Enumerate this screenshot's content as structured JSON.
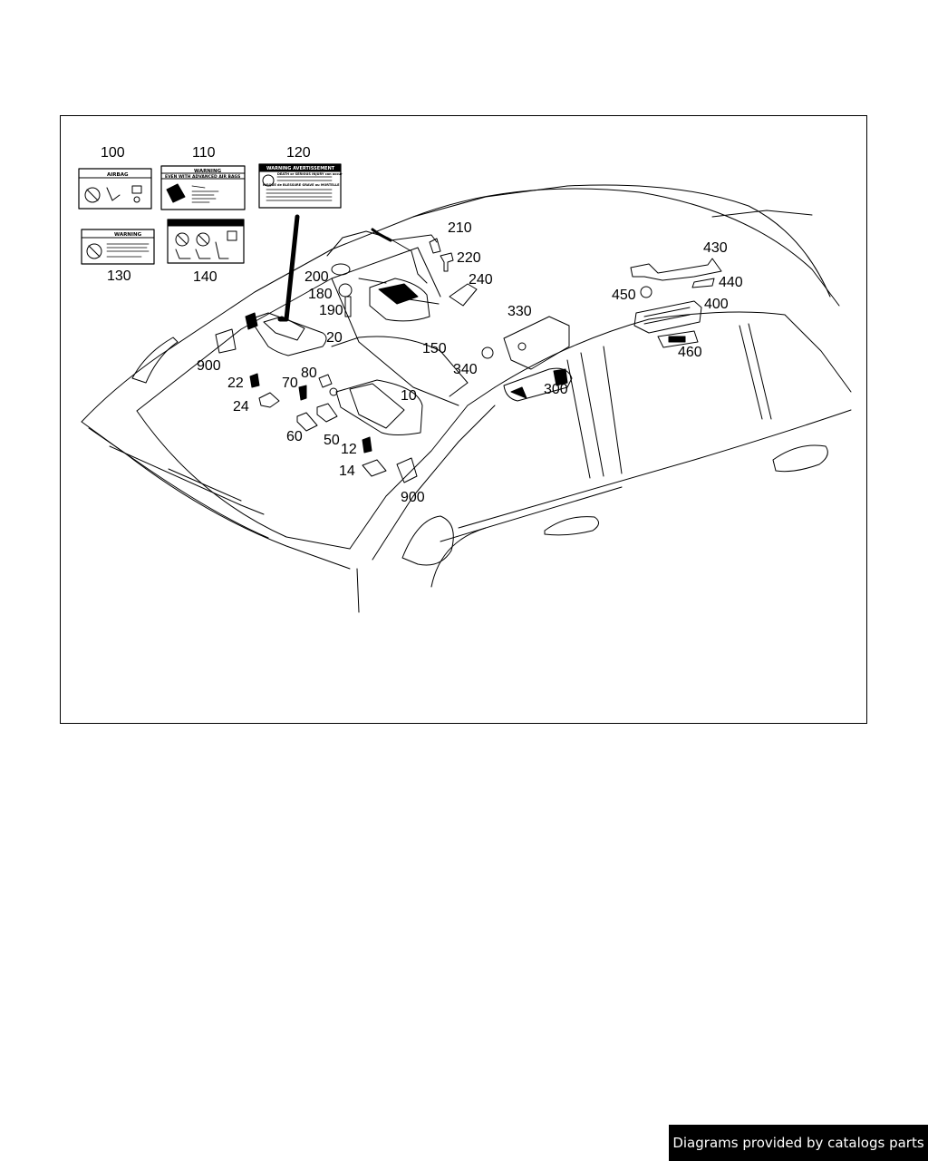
{
  "labels": {
    "l100": {
      "head": "AIRBAG"
    },
    "l110": {
      "head": "WARNING",
      "line1": "EVEN WITH ADVANCED AIR BAGS"
    },
    "l120": {
      "head": "WARNING AVERTISSEMENT",
      "line1": "DEATH or SERIOUS INJURY can occur",
      "line2": "RISQUE de BLESSURE GRAVE ou MORTELLE"
    },
    "l130": {
      "head": "WARNING"
    }
  },
  "callouts": {
    "c100": "100",
    "c110": "110",
    "c120": "120",
    "c130": "130",
    "c140": "140",
    "c210": "210",
    "c220": "220",
    "c240": "240",
    "c200": "200",
    "c180": "180",
    "c190": "190",
    "c150": "150",
    "c20": "20",
    "c900a": "900",
    "c22": "22",
    "c70": "70",
    "c80": "80",
    "c10": "10",
    "c24": "24",
    "c60": "60",
    "c50": "50",
    "c12": "12",
    "c14": "14",
    "c900b": "900",
    "c330": "330",
    "c340": "340",
    "c300": "300",
    "c430": "430",
    "c440": "440",
    "c450": "450",
    "c400": "400",
    "c460": "460"
  },
  "footer": {
    "text": "Diagrams provided by catalogs parts"
  }
}
